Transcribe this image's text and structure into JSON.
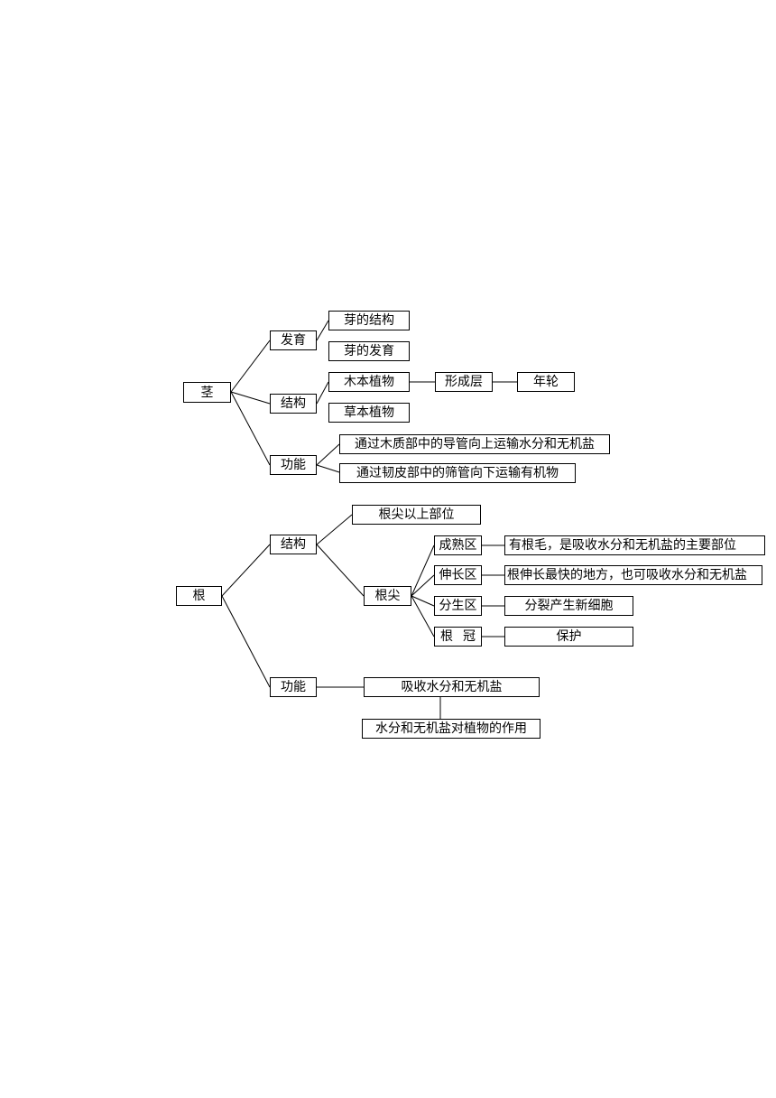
{
  "stem": {
    "root": "茎",
    "fayu": "发育",
    "bud_structure": "芽的结构",
    "bud_development": "芽的发育",
    "jiegou": "结构",
    "woody_plant": "木本植物",
    "cambium": "形成层",
    "annual_ring": "年轮",
    "herbaceous_plant": "草本植物",
    "gongneng": "功能",
    "xylem_function": "通过木质部中的导管向上运输水分和无机盐",
    "phloem_function": "通过韧皮部中的筛管向下运输有机物"
  },
  "root": {
    "root": "根",
    "jiegou": "结构",
    "above_tip": "根尖以上部位",
    "root_tip": "根尖",
    "maturation_zone": "成熟区",
    "maturation_desc": "有根毛，是吸收水分和无机盐的主要部位",
    "elongation_zone": "伸长区",
    "elongation_desc": "根伸长最快的地方，也可吸收水分和无机盐",
    "meristem_zone": "分生区",
    "meristem_desc": "分裂产生新细胞",
    "root_cap_a": "根",
    "root_cap_b": "冠",
    "root_cap_desc": "保护",
    "gongneng": "功能",
    "absorb": "吸收水分和无机盐",
    "effect": "水分和无机盐对植物的作用"
  }
}
